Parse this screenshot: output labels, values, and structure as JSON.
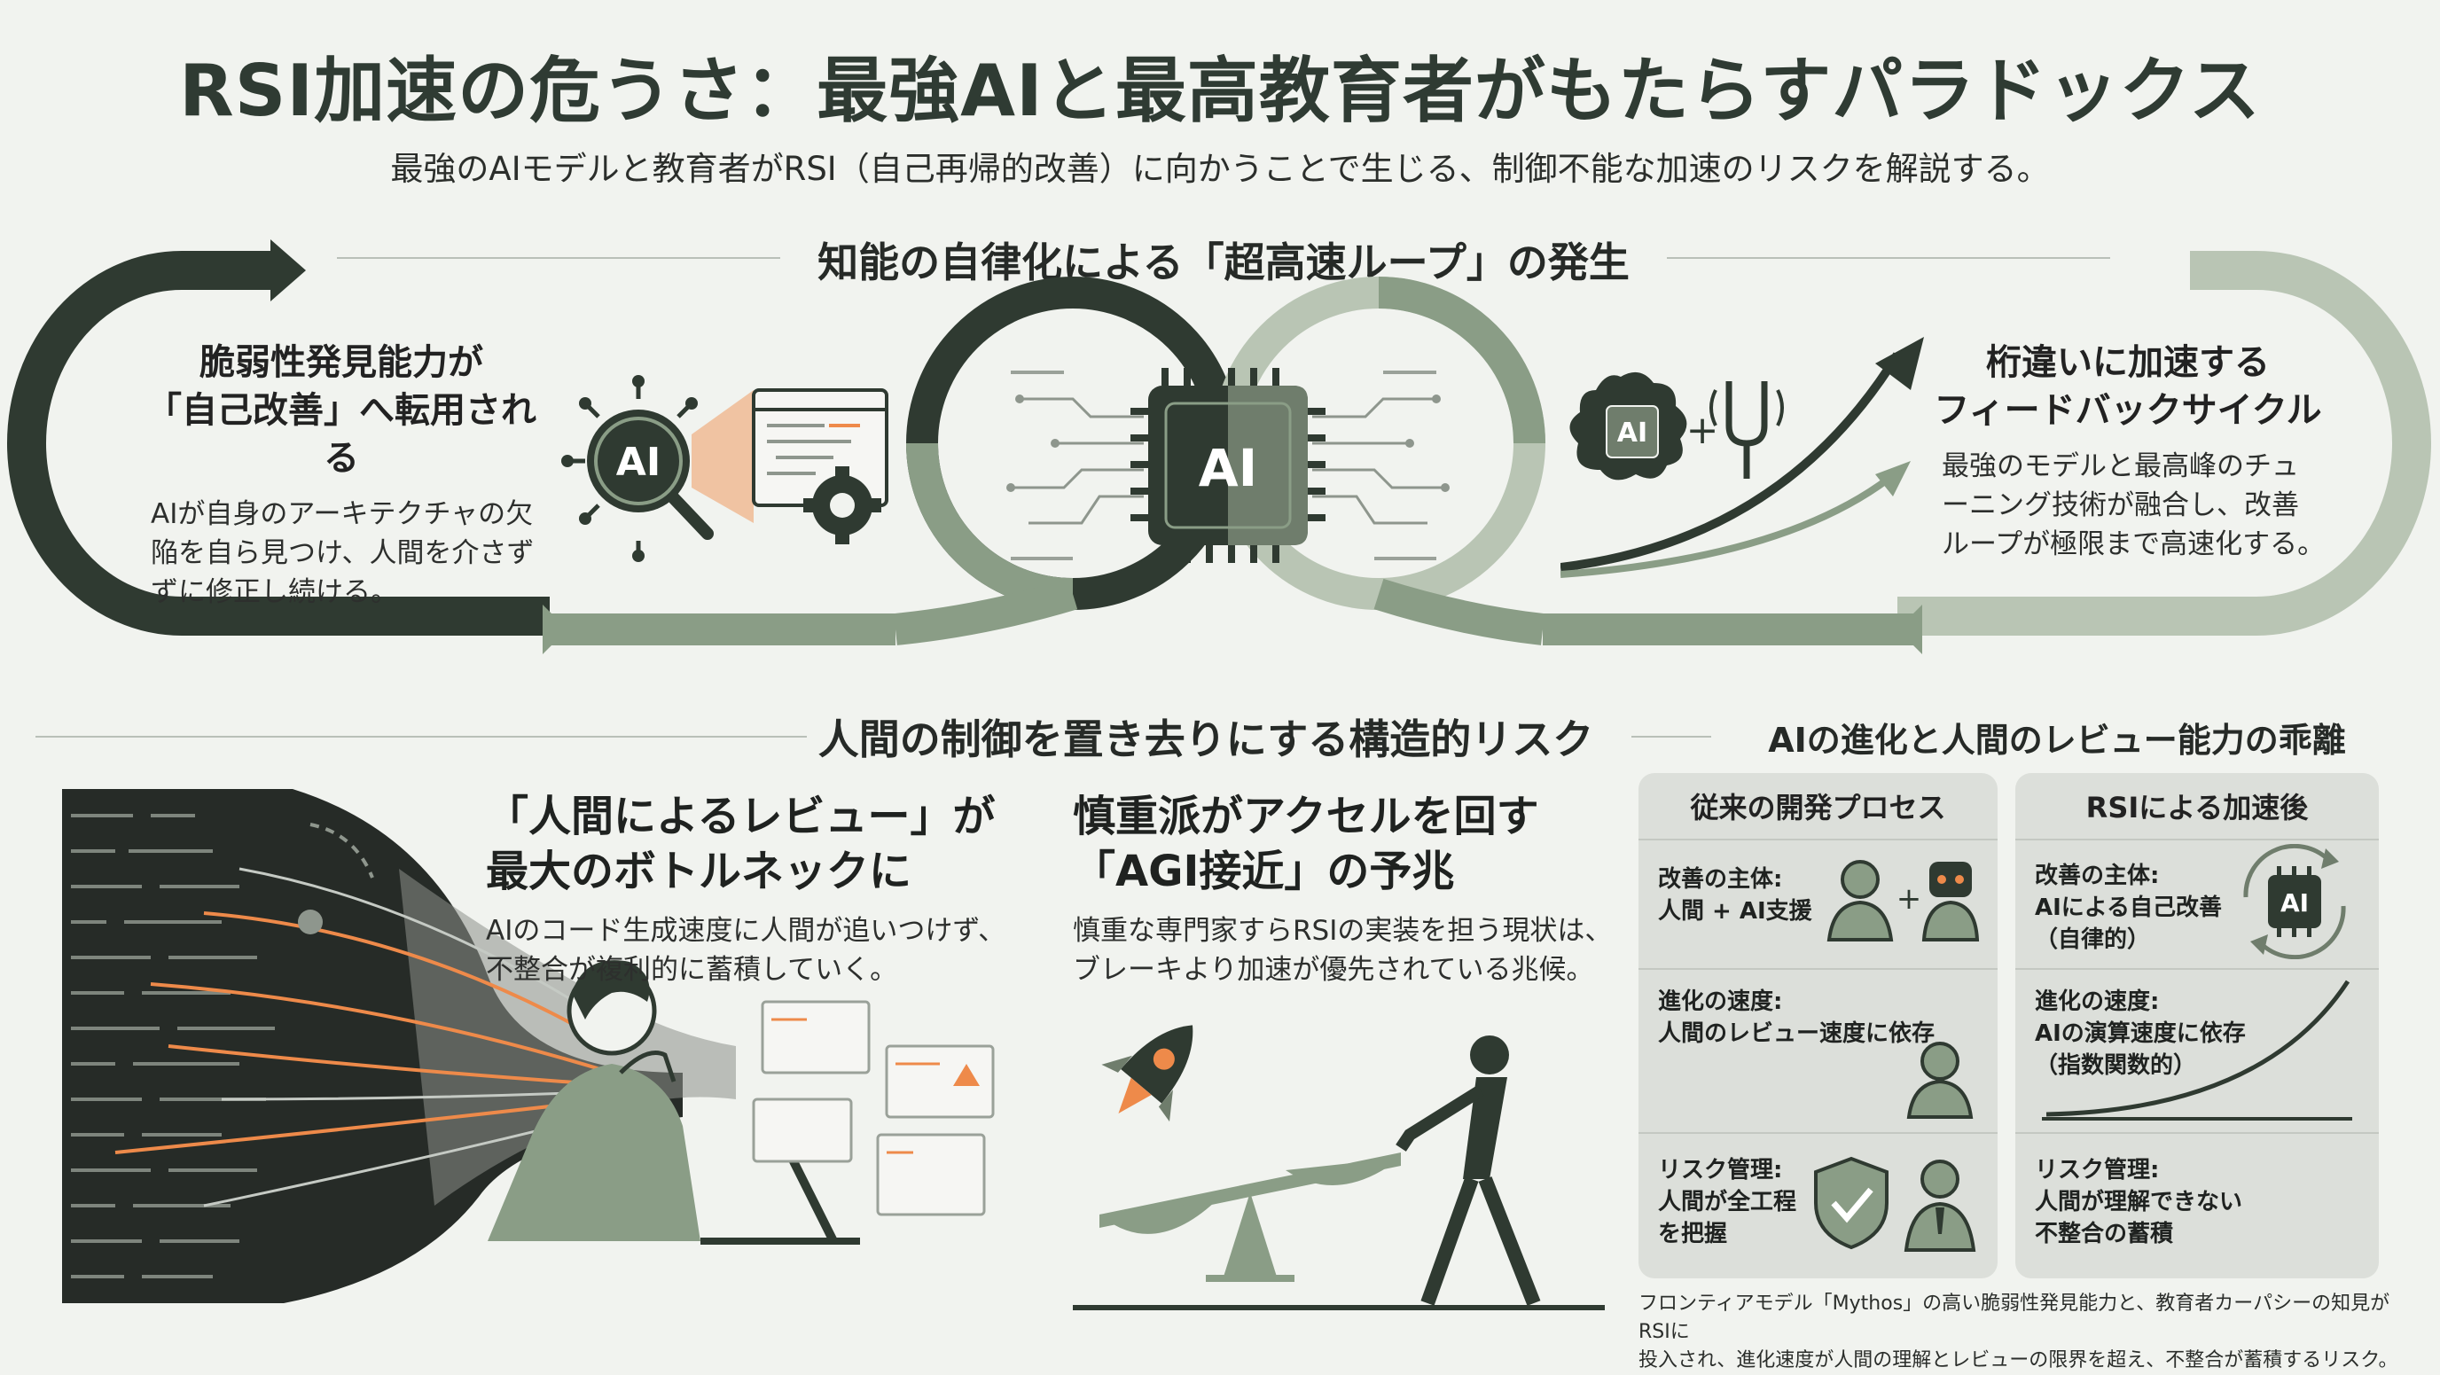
{
  "title": "RSI加速の危うさ：最強AIと最高教育者がもたらすパラドックス",
  "subtitle": "最強のAIモデルと教育者がRSI（自己再帰的改善）に向かうことで生じる、制御不能な加速のリスクを解説する。",
  "loop_section": {
    "heading": "知能の自律化による「超高速ループ」の発生",
    "left_card": {
      "heading_lines": [
        "脆弱性発見能力が",
        "「自己改善」へ転用される"
      ],
      "body_lines": [
        "AIが自身のアーキテクチャの欠",
        "陥を自ら見つけ、人間を介さず",
        "ずに修正し続ける。"
      ]
    },
    "center_chip_label": "AI",
    "left_icon_label": "AI",
    "right_icon_label": "AI",
    "right_card": {
      "heading_lines": [
        "桁違いに加速する",
        "フィードバックサイクル"
      ],
      "body_lines": [
        "最強のモデルと最高峰のチュ",
        "ーニング技術が融合し、改善",
        "ループが極限まで高速化する。"
      ]
    }
  },
  "risk_section": {
    "heading": "人間の制御を置き去りにする構造的リスク",
    "bottleneck": {
      "heading_lines": [
        "「人間によるレビュー」が",
        "最大のボトルネックに"
      ],
      "body_lines": [
        "AIのコード生成速度に人間が追いつけず、",
        "不整合が複利的に蓄積していく。"
      ]
    },
    "accelerator": {
      "heading_lines": [
        "慎重派がアクセルを回す",
        "「AGI接近」の予兆"
      ],
      "body_lines": [
        "慎重な専門家すらRSIの実装を担う現状は、",
        "ブレーキより加速が優先されている兆候。"
      ]
    }
  },
  "comparison": {
    "heading": "AIの進化と人間のレビュー能力の乖離",
    "traditional": {
      "title": "従来の開発プロセス",
      "rows": [
        {
          "lines": [
            "改善の主体:",
            "人間 + AI支援"
          ]
        },
        {
          "lines": [
            "進化の速度:",
            "人間のレビュー速度に依存"
          ]
        },
        {
          "lines": [
            "リスク管理:",
            "人間が全工程",
            "を把握"
          ]
        }
      ]
    },
    "rsi": {
      "title": "RSIによる加速後",
      "chip_label": "AI",
      "rows": [
        {
          "lines": [
            "改善の主体:",
            "AIによる自己改善",
            "（自律的）"
          ]
        },
        {
          "lines": [
            "進化の速度:",
            "AIの演算速度に依存",
            "（指数関数的）"
          ]
        },
        {
          "lines": [
            "リスク管理:",
            "人間が理解できない",
            "不整合の蓄積"
          ]
        }
      ]
    }
  },
  "footnote_lines": [
    "フロンティアモデル「Mythos」の高い脆弱性発見能力と、教育者カーパシーの知見がRSIに",
    "投入され、進化速度が人間の理解とレビューの限界を超え、不整合が蓄積するリスク。"
  ],
  "colors": {
    "dark": "#2f3a31",
    "sage": "#8a9d86",
    "light_sage": "#b9c5b4",
    "accent": "#ee8a4a",
    "bg": "#f1f3ef"
  },
  "icons": [
    "magnifier-ai-icon",
    "code-window-icon",
    "gear-icon",
    "ai-chip-icon",
    "brain-ai-icon",
    "tuning-fork-icon",
    "growth-arrow-icon",
    "person-icon",
    "robot-icon",
    "shield-check-icon",
    "rocket-icon",
    "seesaw-icon"
  ]
}
